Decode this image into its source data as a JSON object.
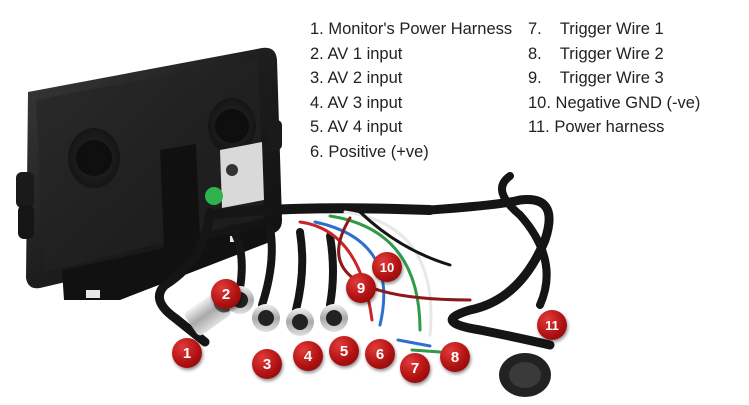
{
  "legend": {
    "left": [
      {
        "number": "1.",
        "text": "Monitor's Power Harness"
      },
      {
        "number": "2.",
        "text": "AV 1 input"
      },
      {
        "number": "3.",
        "text": "AV 2 input"
      },
      {
        "number": "4.",
        "text": "AV 3 input"
      },
      {
        "number": "5.",
        "text": "AV 4 input"
      },
      {
        "number": "6.",
        "text": "Positive (+ve)"
      }
    ],
    "right": [
      {
        "number": "7.",
        "text": "Trigger Wire 1"
      },
      {
        "number": "8.",
        "text": "Trigger Wire 2"
      },
      {
        "number": "9.",
        "text": "Trigger Wire 3"
      },
      {
        "number": "10.",
        "text": "Negative GND (-ve)"
      },
      {
        "number": "11.",
        "text": "Power harness"
      }
    ]
  },
  "markers": [
    "1",
    "2",
    "3",
    "4",
    "5",
    "6",
    "7",
    "8",
    "9",
    "10",
    "11"
  ],
  "colors": {
    "marker": "#b11212",
    "monitor": "#1c1c1c",
    "indicator": "#2fb34a",
    "wire_red": "#c8262b",
    "wire_blue": "#2f6fd0",
    "wire_green": "#2e9b48",
    "wire_white": "#e8e8e8"
  }
}
